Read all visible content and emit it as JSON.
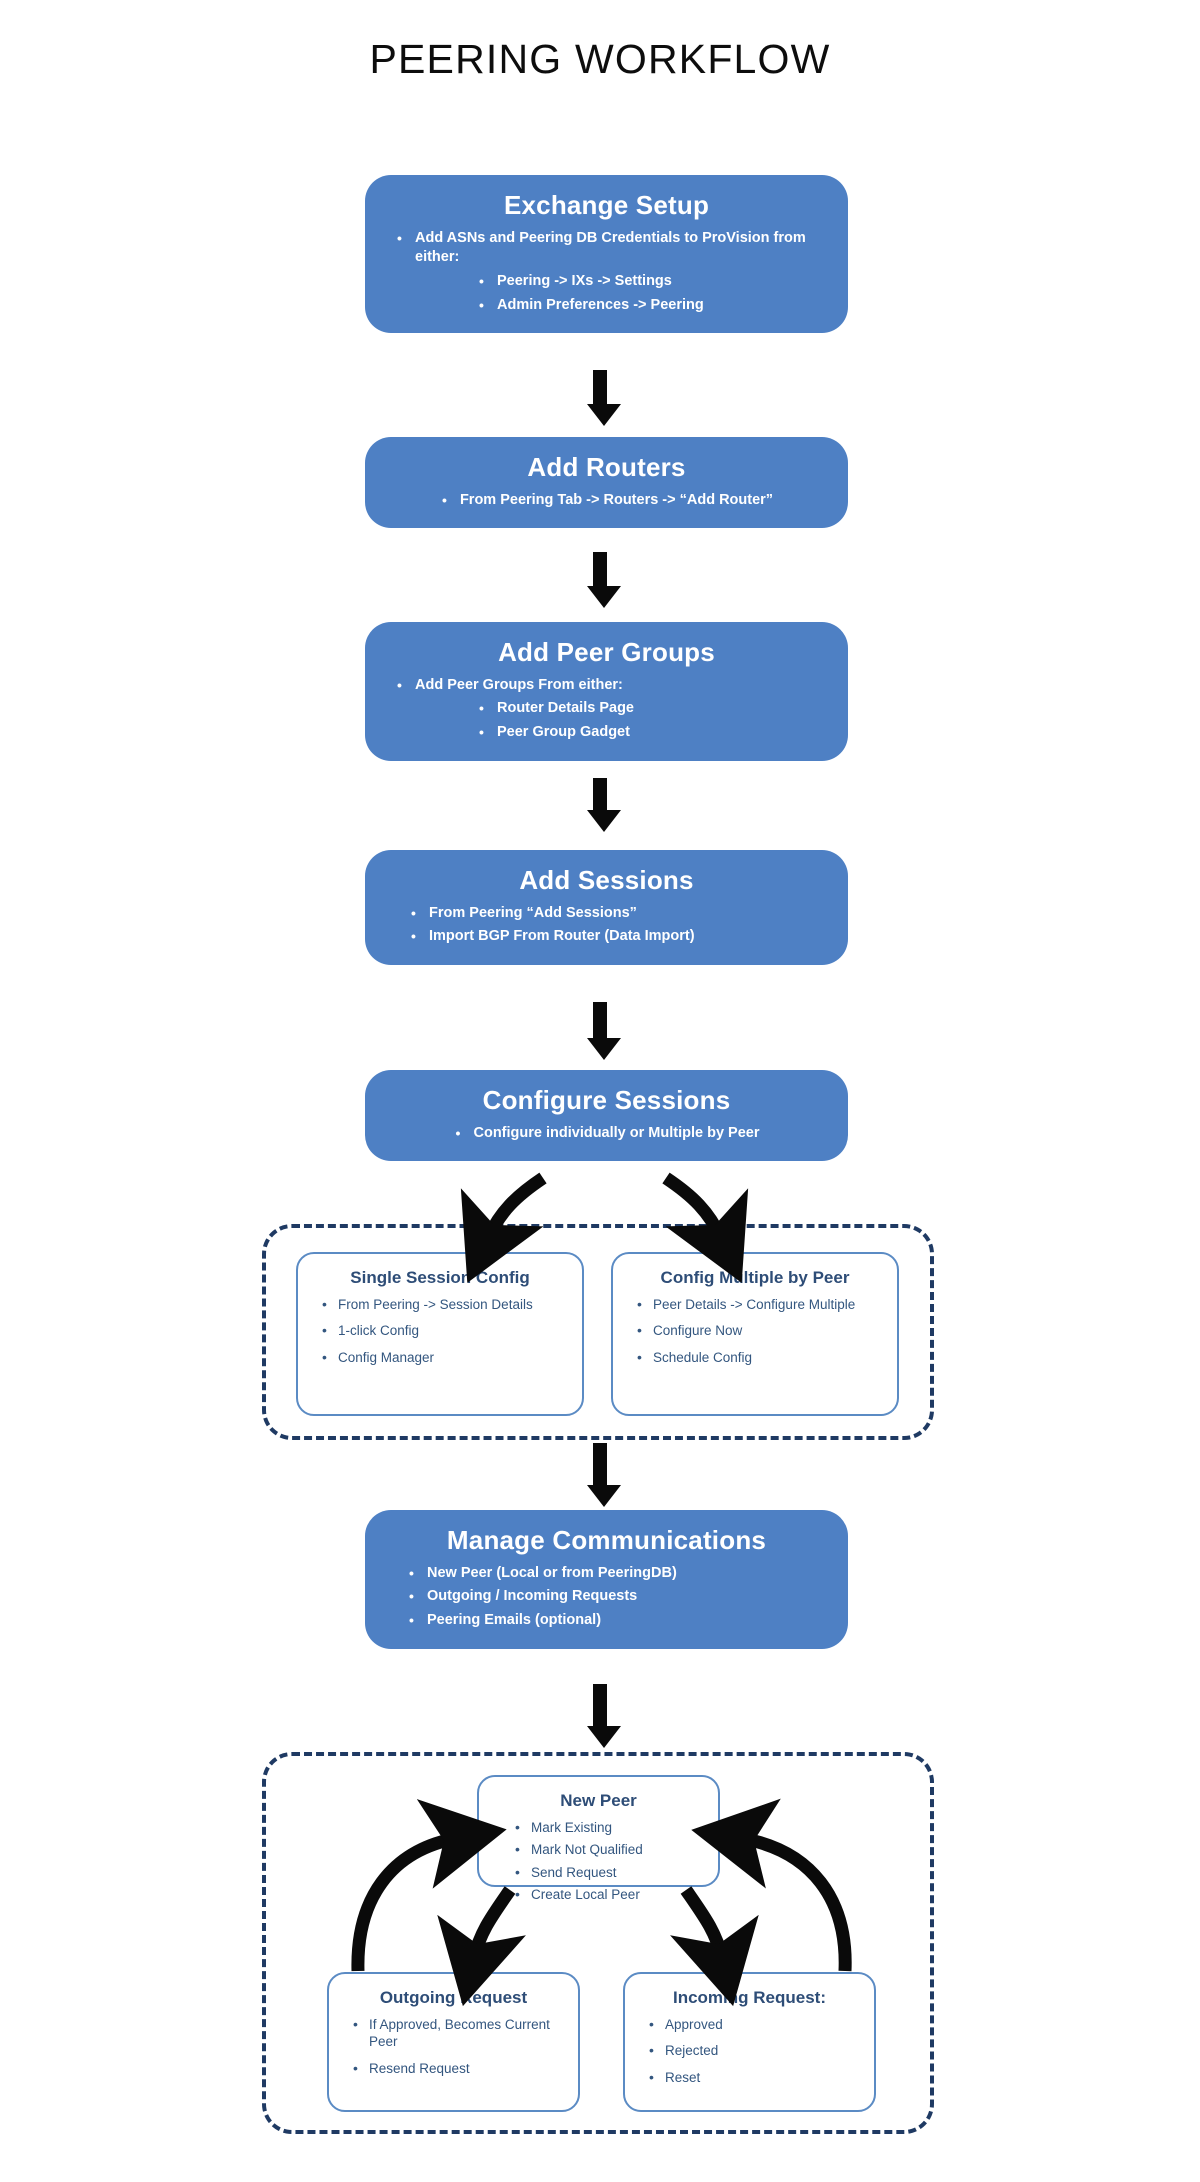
{
  "page": {
    "title": "PEERING WORKFLOW",
    "accent_blue": "#4E80C4",
    "card_border_blue": "#5B8BC4",
    "dashed_navy": "#1F3A63",
    "heading_navy": "#2E4D77",
    "arrow_black": "#0A0A0A"
  },
  "steps": [
    {
      "title": "Exchange Setup",
      "bullets": [
        "Add ASNs and Peering DB Credentials to ProVision from either:"
      ],
      "sub_bullets": [
        "Peering -> IXs -> Settings",
        "Admin Preferences -> Peering"
      ]
    },
    {
      "title": "Add Routers",
      "bullets": [
        "From Peering Tab -> Routers -> “Add Router”"
      ],
      "sub_bullets": []
    },
    {
      "title": "Add Peer Groups",
      "bullets": [
        "Add Peer Groups From either:"
      ],
      "sub_bullets": [
        "Router Details Page",
        "Peer Group Gadget"
      ]
    },
    {
      "title": "Add Sessions",
      "bullets": [
        "From  Peering “Add Sessions”",
        "Import BGP From Router (Data Import)"
      ],
      "sub_bullets": []
    },
    {
      "title": "Configure Sessions",
      "bullets": [
        "Configure individually or Multiple by Peer"
      ],
      "sub_bullets": []
    },
    {
      "title": "Manage Communications",
      "bullets": [
        "New Peer (Local or from PeeringDB)",
        "Outgoing / Incoming Requests",
        "Peering Emails (optional)"
      ],
      "sub_bullets": []
    }
  ],
  "config_group": {
    "cards": [
      {
        "title": "Single Session Config",
        "bullets": [
          "From Peering -> Session Details",
          "1-click Config",
          "Config Manager"
        ]
      },
      {
        "title": "Config Multiple by Peer",
        "bullets": [
          "Peer Details -> Configure Multiple",
          "Configure Now",
          "Schedule Config"
        ]
      }
    ]
  },
  "peer_group": {
    "cards": [
      {
        "title": "New Peer",
        "bullets": [
          "Mark Existing",
          "Mark Not Qualified",
          "Send Request",
          "Create Local Peer"
        ]
      },
      {
        "title": "Outgoing Request",
        "bullets": [
          "If Approved, Becomes Current Peer",
          "Resend Request"
        ]
      },
      {
        "title": "Incoming Request:",
        "bullets": [
          "Approved",
          "Rejected",
          "Reset"
        ]
      }
    ]
  }
}
